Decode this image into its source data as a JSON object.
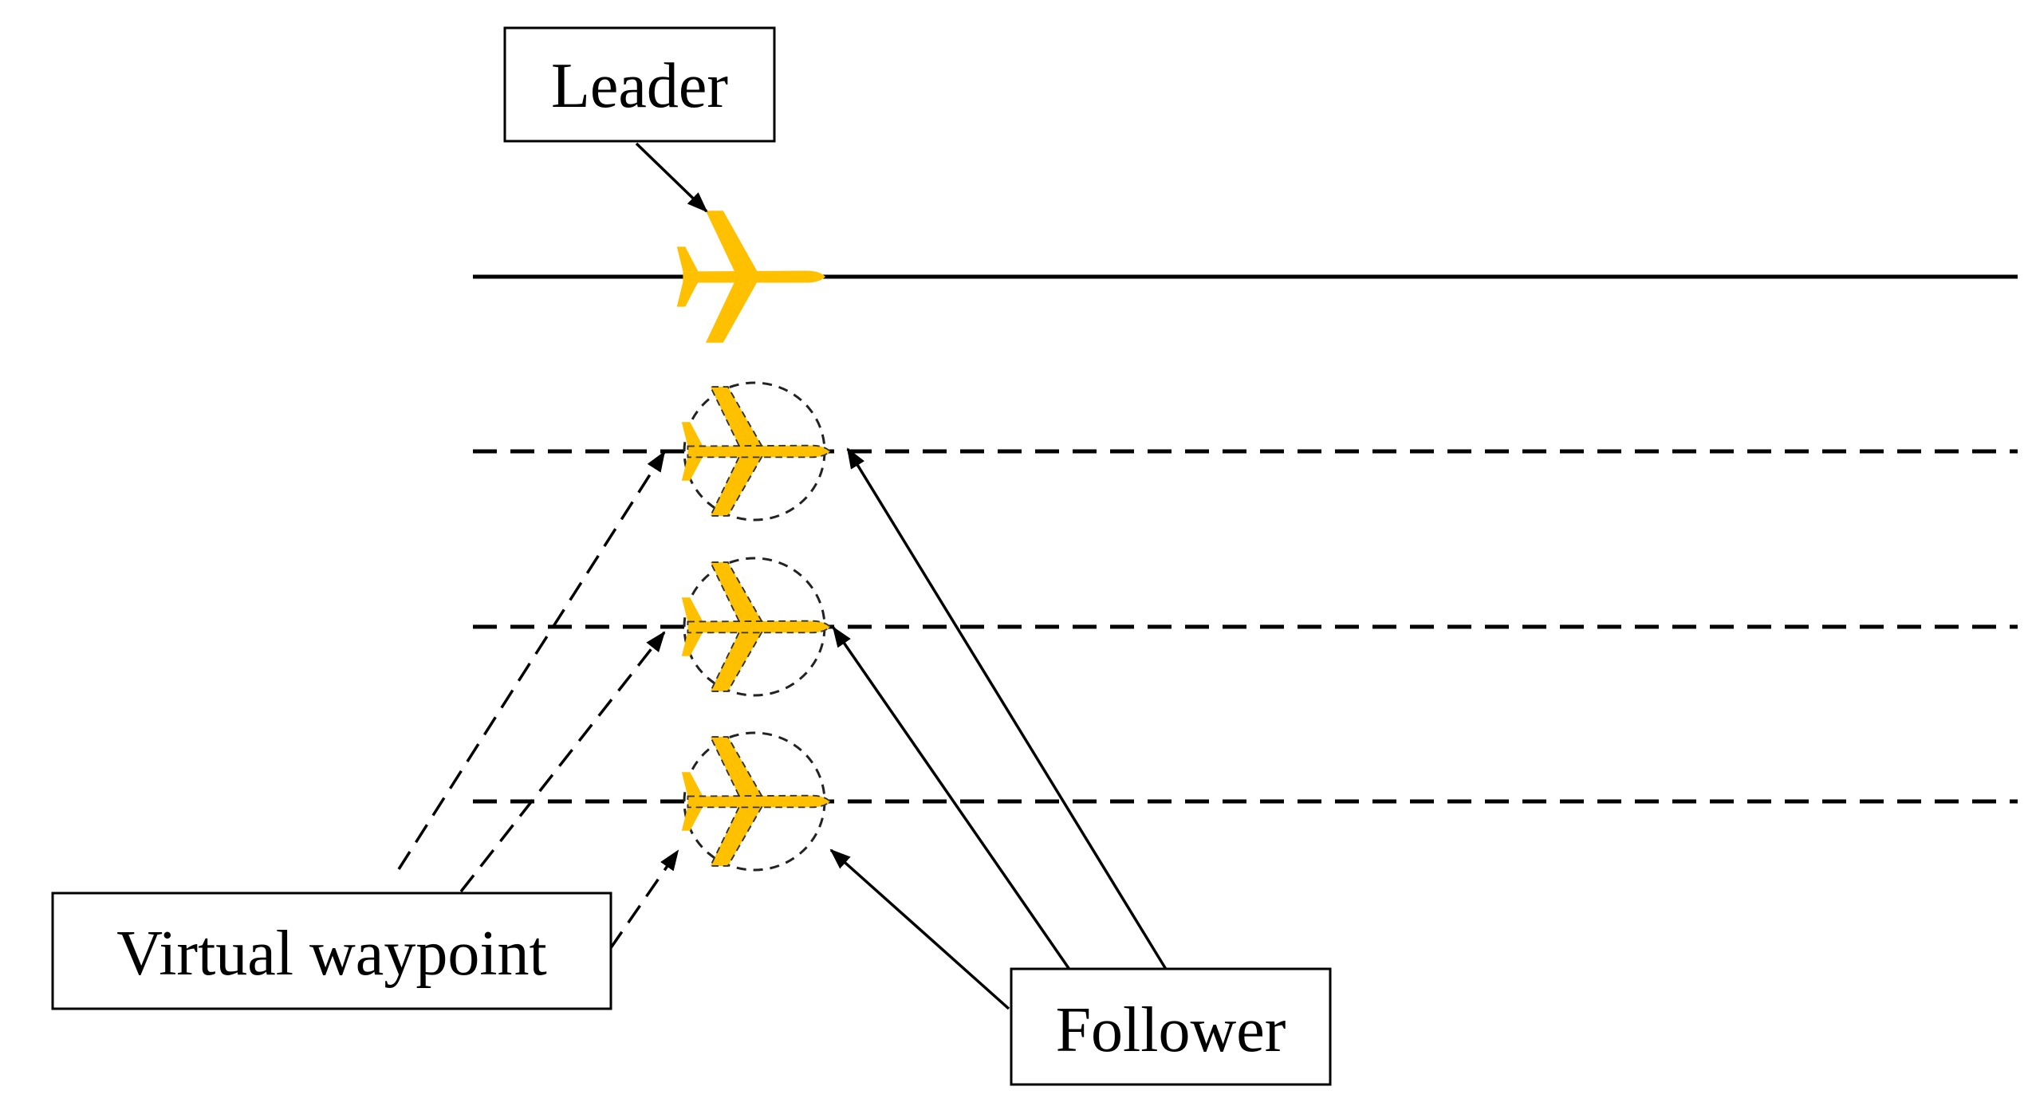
{
  "labels": {
    "leader": "Leader",
    "virtual_waypoint": "Virtual waypoint",
    "follower": "Follower"
  },
  "aircraft": [
    {
      "role": "leader",
      "icon": "airplane-icon"
    },
    {
      "role": "follower",
      "icon": "airplane-icon"
    },
    {
      "role": "follower",
      "icon": "airplane-icon"
    },
    {
      "role": "follower",
      "icon": "airplane-icon"
    }
  ],
  "colors": {
    "aircraft": "#FFC000",
    "lines": "#000000",
    "background": "#FFFFFF"
  }
}
